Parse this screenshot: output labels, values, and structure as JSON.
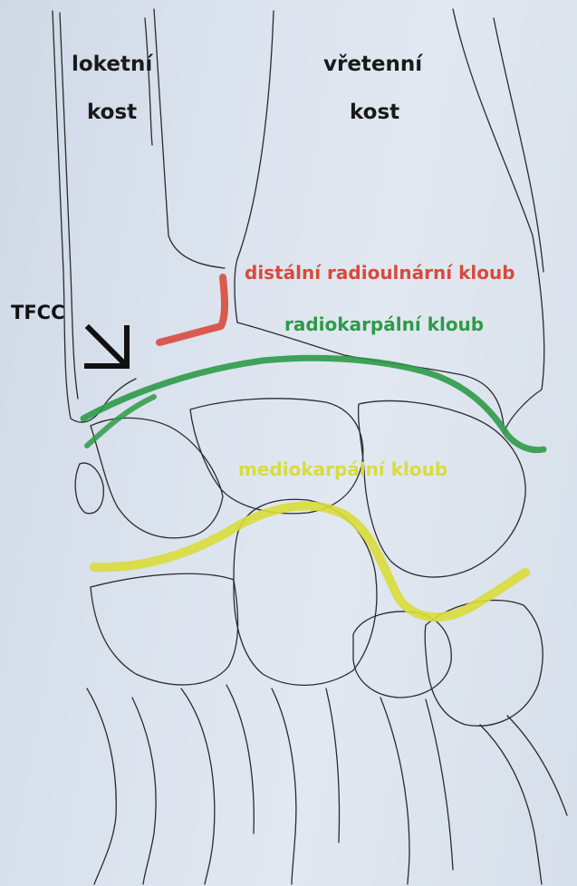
{
  "labels": {
    "ulna_line1": "loketní",
    "ulna_line2": "kost",
    "radius_line1": "vřetenní",
    "radius_line2": "kost",
    "tfcc": "TFCC",
    "druj": "distální radioulnární kloub",
    "radiocarpal": "radiokarpální kloub",
    "midcarpal": "mediokarpální kloub"
  },
  "colors": {
    "paper": "#dbe3ee",
    "pencil": "#2b2b2b",
    "text": "#1a1a1a",
    "druj": "#d84a3c",
    "radiocarpal": "#2e9a48",
    "midcarpal": "#d9dc3a",
    "arrow": "#111111"
  }
}
